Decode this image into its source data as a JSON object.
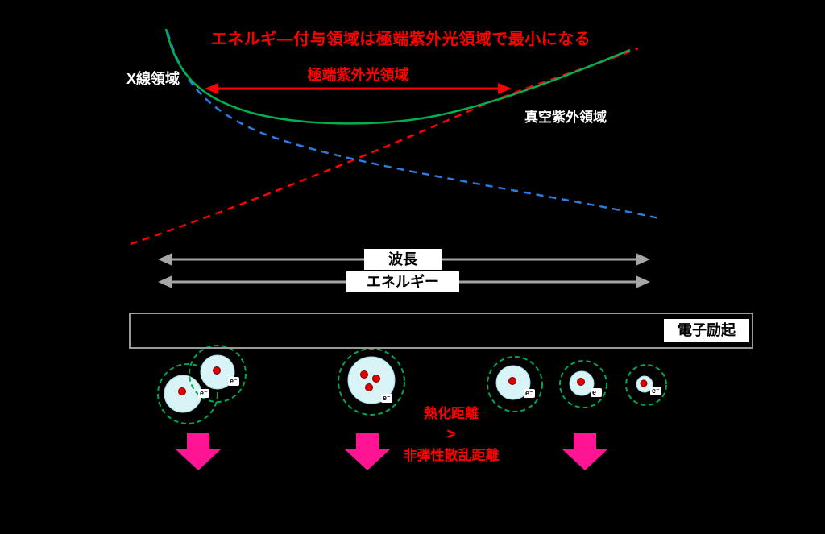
{
  "title": "エネルギ―付与領域は極端紫外光領域で最小になる",
  "regions": {
    "xray": "X線領域",
    "euv": "極端紫外光領域",
    "vuv": "真空紫外領域"
  },
  "axes": {
    "wavelength": "波長",
    "energy": "エネルギー"
  },
  "excitation": {
    "label": "電子励起"
  },
  "electron_label": "e⁻",
  "annotation": {
    "line1": "熱化距離",
    "line2": ">",
    "line3": "非弾性散乱距離"
  },
  "colors": {
    "background": "#000000",
    "title_red": "#FF0000",
    "green_curve": "#00B050",
    "blue_curve": "#2F7BDE",
    "red_curve": "#FF0000",
    "gray_arrow": "#A6A6A6",
    "pink_arrow": "#FF1493",
    "atom_fill": "#D8F4F6",
    "atom_outline": "#00A651",
    "nucleus": "#E00000"
  }
}
